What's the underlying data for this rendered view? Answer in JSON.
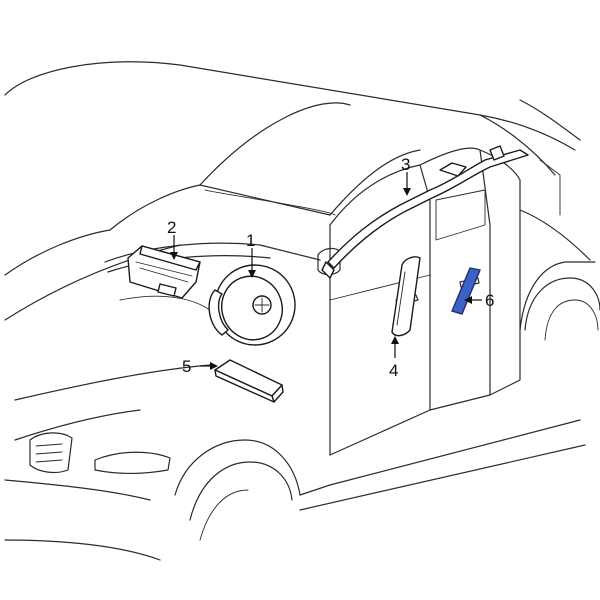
{
  "callouts": [
    {
      "id": "1",
      "label": "1"
    },
    {
      "id": "2",
      "label": "2"
    },
    {
      "id": "3",
      "label": "3"
    },
    {
      "id": "4",
      "label": "4"
    },
    {
      "id": "5",
      "label": "5"
    },
    {
      "id": "6",
      "label": "6"
    }
  ],
  "highlight_color": "#3a62c9"
}
